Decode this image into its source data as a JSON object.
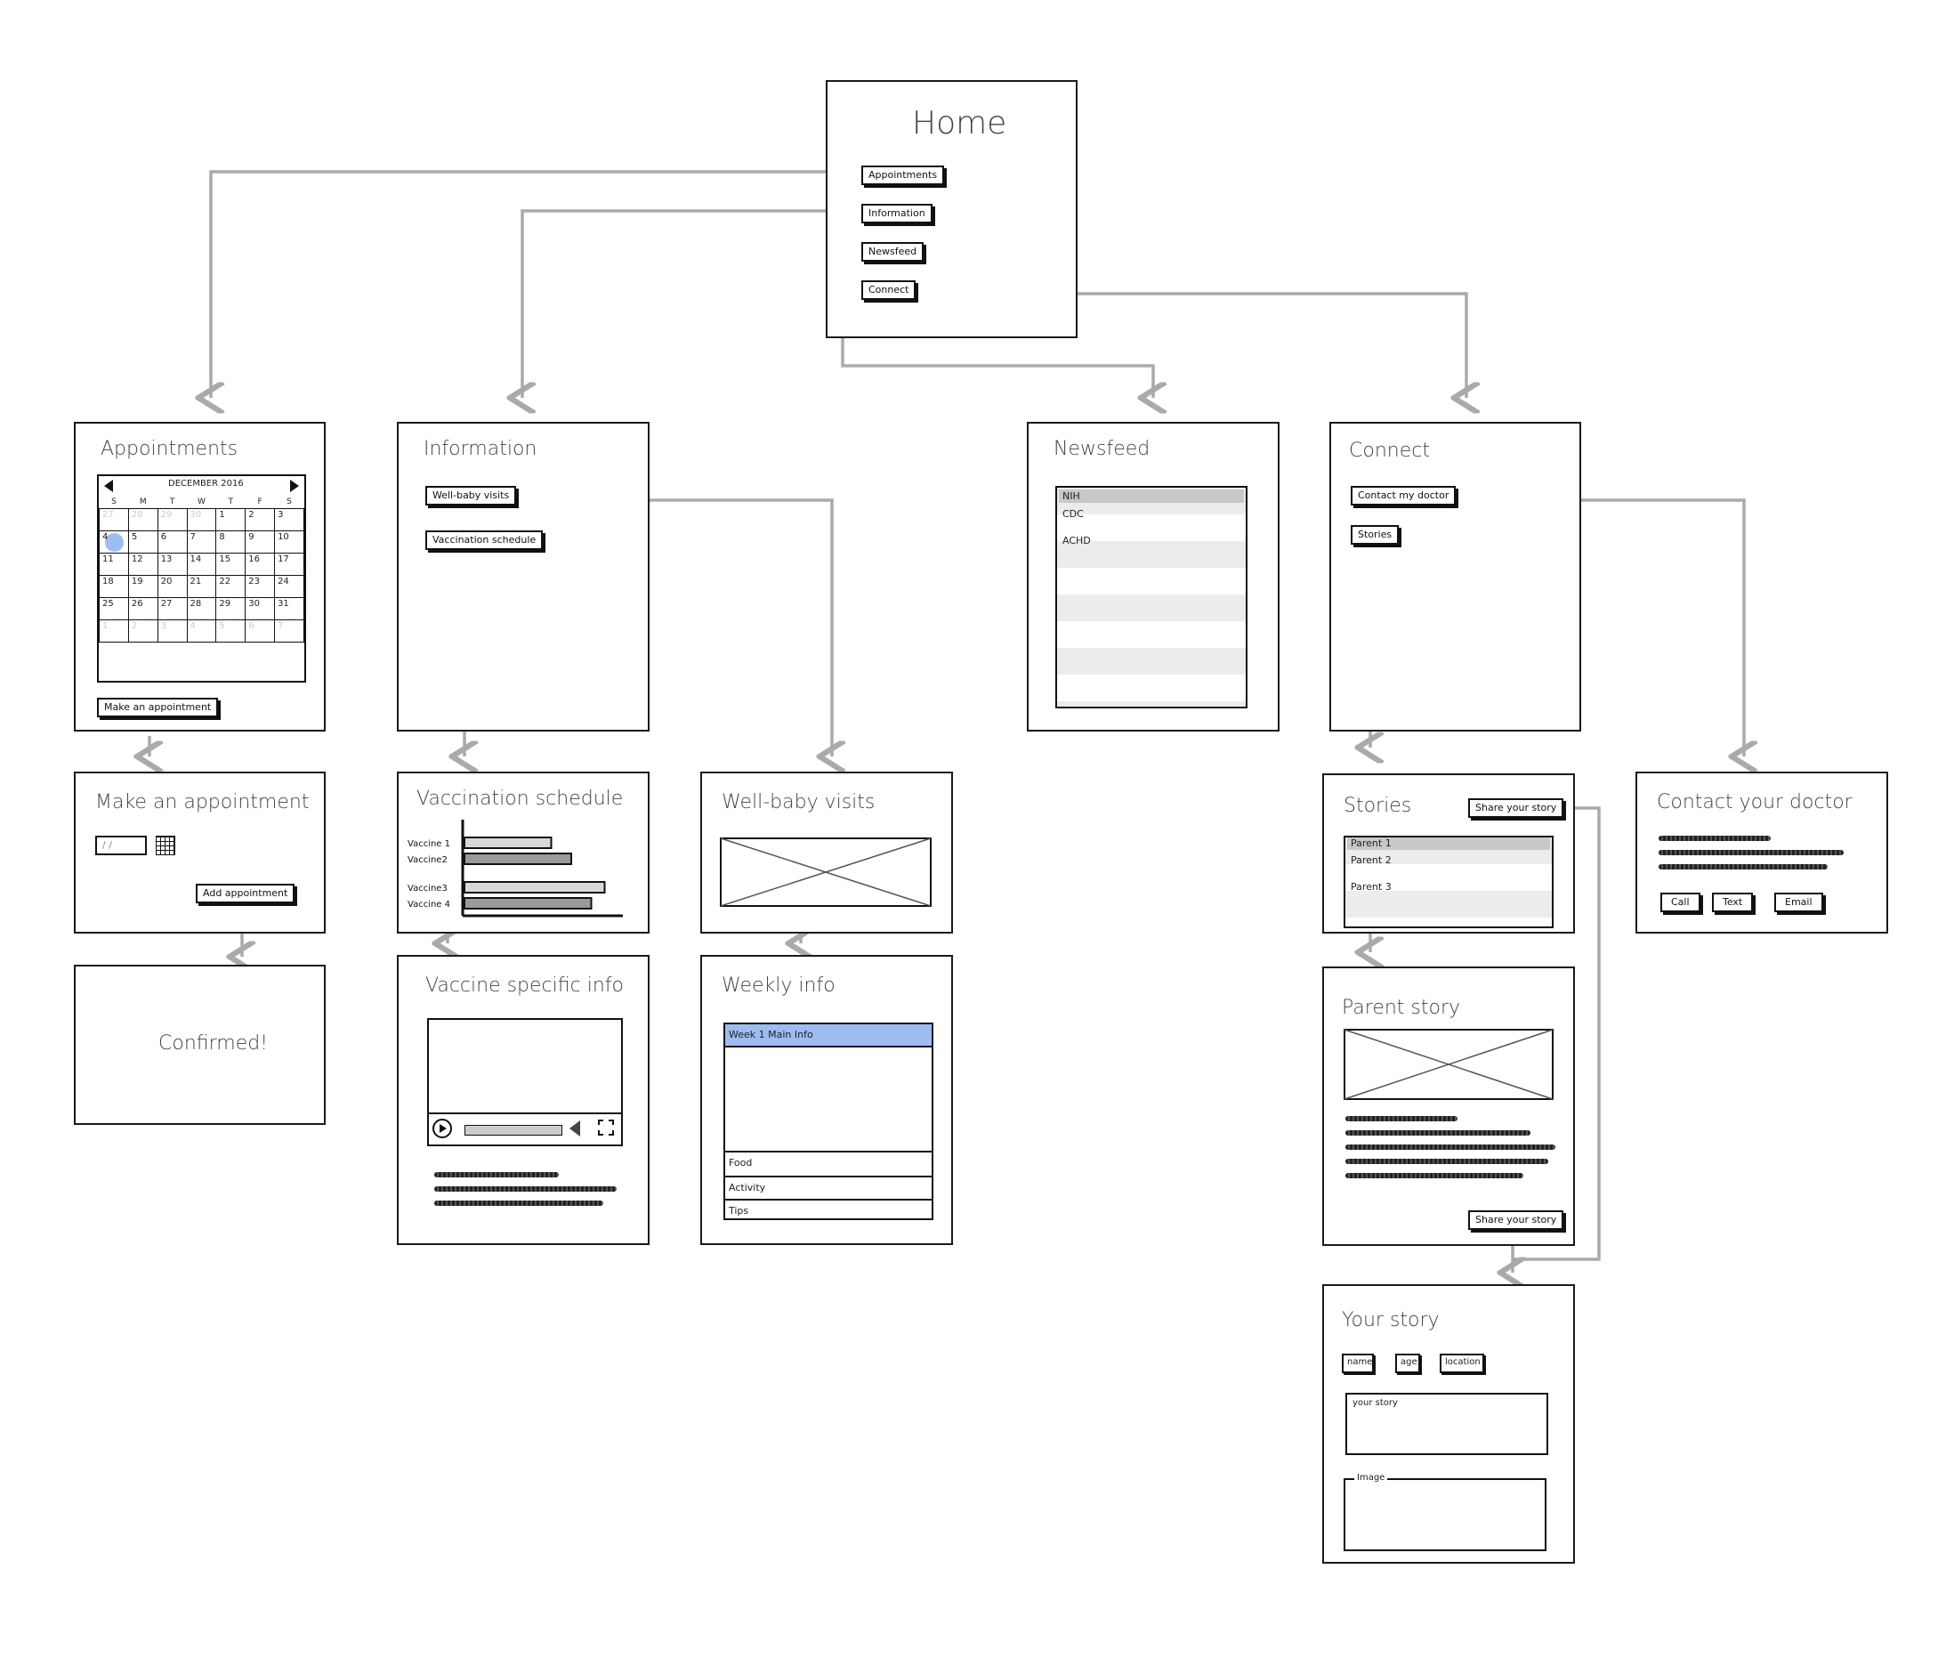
{
  "home": {
    "title": "Home",
    "buttons": [
      "Appointments",
      "Information",
      "Newsfeed",
      "Connect"
    ]
  },
  "appointments": {
    "title": "Appointments",
    "month": "DECEMBER 2016",
    "weekdays": [
      "S",
      "M",
      "T",
      "W",
      "T",
      "F",
      "S"
    ],
    "weeks": [
      [
        "27",
        "28",
        "29",
        "30",
        "1",
        "2",
        "3"
      ],
      [
        "4",
        "5",
        "6",
        "7",
        "8",
        "9",
        "10"
      ],
      [
        "11",
        "12",
        "13",
        "14",
        "15",
        "16",
        "17"
      ],
      [
        "18",
        "19",
        "20",
        "21",
        "22",
        "23",
        "24"
      ],
      [
        "25",
        "26",
        "27",
        "28",
        "29",
        "30",
        "31"
      ],
      [
        "1",
        "2",
        "3",
        "4",
        "5",
        "6",
        "7"
      ]
    ],
    "button": "Make an appointment"
  },
  "make_appointment": {
    "title": "Make an appointment",
    "date_placeholder": "/ /",
    "button": "Add appointment"
  },
  "confirmed": {
    "title": "Confirmed!"
  },
  "information": {
    "title": "Information",
    "buttons": [
      "Well-baby visits",
      "Vaccination schedule"
    ]
  },
  "vaccination_schedule": {
    "title": "Vaccination schedule"
  },
  "chart_data": {
    "type": "bar",
    "categories": [
      "Vaccine 1",
      "Vaccine2",
      "Vaccine3",
      "Vaccine 4"
    ],
    "values": [
      6.5,
      8,
      10.5,
      9.5
    ],
    "colors": [
      "#d8d8d8",
      "#9a9a9a",
      "#d8d8d8",
      "#9a9a9a"
    ]
  },
  "vaccine_info": {
    "title": "Vaccine specific info"
  },
  "well_baby": {
    "title": "Well-baby visits"
  },
  "weekly_info": {
    "title": "Weekly info",
    "header": "Week 1 Main Info",
    "items": [
      "Food",
      "Activity",
      "Tips"
    ]
  },
  "newsfeed": {
    "title": "Newsfeed",
    "items": [
      "NIH",
      "CDC",
      "ACHD"
    ]
  },
  "connect": {
    "title": "Connect",
    "buttons": [
      "Contact my doctor",
      "Stories"
    ]
  },
  "stories": {
    "title": "Stories",
    "share": "Share your story",
    "items": [
      "Parent 1",
      "Parent 2",
      "Parent 3"
    ]
  },
  "contact_doctor": {
    "title": "Contact your doctor",
    "buttons": [
      "Call",
      "Text",
      "Email"
    ]
  },
  "parent_story": {
    "title": "Parent story",
    "share": "Share your story"
  },
  "your_story": {
    "title": "Your story",
    "fields": [
      "name",
      "age",
      "location"
    ],
    "story_label": "your story",
    "image_label": "Image"
  }
}
